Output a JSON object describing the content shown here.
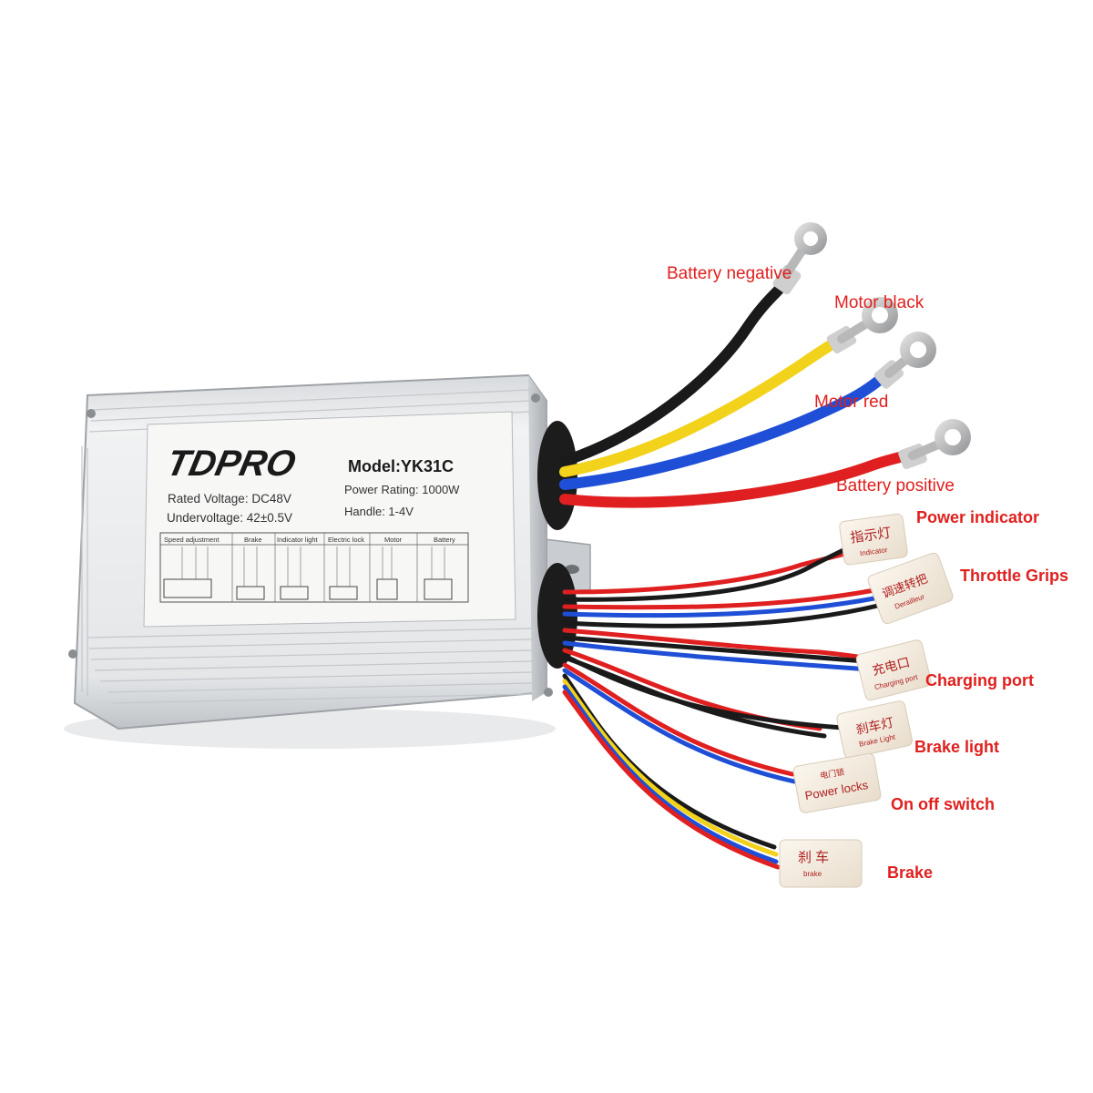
{
  "product": {
    "logo_text": "TDPRO",
    "model": "Model:YK31C",
    "rated_voltage": "Rated Voltage: DC48V",
    "power_rating": "Power Rating: 1000W",
    "undervoltage": "Undervoltage: 42±0.5V",
    "handle": "Handle: 1-4V",
    "diagram_headers": [
      "Speed adjustment",
      "Brake",
      "Indicator light",
      "Electric lock",
      "Motor",
      "Battery"
    ]
  },
  "callouts": {
    "battery_negative": "Battery negative",
    "motor_black": "Motor black",
    "motor_red": "Motor red",
    "battery_positive": "Battery positive",
    "power_indicator": "Power indicator",
    "throttle_grips": "Throttle Grips",
    "charging_port": "Charging port",
    "brake_light": "Brake light",
    "on_off_switch": "On off switch",
    "brake": "Brake"
  },
  "connectors": {
    "indicator": {
      "cn": "指示灯",
      "en": "Indicator"
    },
    "throttle": {
      "cn": "调速转把",
      "en": "Derailleur"
    },
    "charging": {
      "cn": "充电口",
      "en": "Charging port"
    },
    "brake_light": {
      "cn": "刹车灯",
      "en": "Brake Light"
    },
    "power_locks": {
      "cn": "电门锁",
      "en": "Power locks"
    },
    "brake": {
      "cn": "刹 车",
      "en": "brake"
    }
  },
  "colors": {
    "callout_red": "#e0201e",
    "housing_silver": "#e6e8ea",
    "wire_black": "#1a1a1a",
    "wire_yellow": "#f2d21a",
    "wire_blue": "#1f4fd6",
    "wire_red": "#e02020",
    "connector_cream": "#f6eee2"
  }
}
